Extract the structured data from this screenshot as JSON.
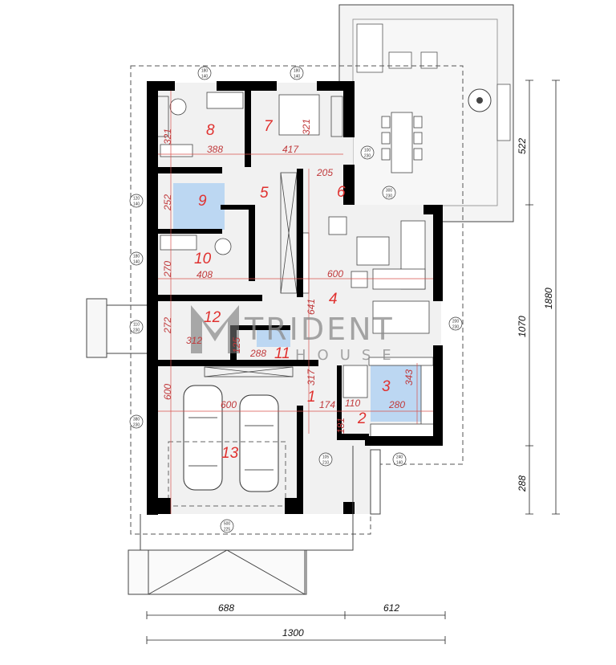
{
  "watermark": {
    "brand": "TRIDENT",
    "sub": "HOUSE"
  },
  "colors": {
    "wall": "#000000",
    "floor": "#f1f1f1",
    "wet_room": "#bcd7f2",
    "dimension_red": "#c0393b",
    "room_number": "#e0312f"
  },
  "rooms": {
    "r1": "1",
    "r2": "2",
    "r3": "3",
    "r4": "4",
    "r5": "5",
    "r6": "6",
    "r7": "7",
    "r8": "8",
    "r9": "9",
    "r10": "10",
    "r11": "11",
    "r12": "12",
    "r13": "13"
  },
  "inner_dims": {
    "d388": "388",
    "d417": "417",
    "d321a": "321",
    "d321b": "321",
    "d205": "205",
    "d252": "252",
    "d270": "270",
    "d408": "408",
    "d600a": "600",
    "d641": "641",
    "d272": "272",
    "d312": "312",
    "d125": "125",
    "d288": "288",
    "d600b": "600",
    "d600c": "600",
    "d317": "317",
    "d174": "174",
    "d110": "110",
    "d280": "280",
    "d343": "343",
    "d181": "181"
  },
  "outer_dims": {
    "right_522": "522",
    "right_1070": "1070",
    "right_288": "288",
    "right_1880": "1880",
    "bottom_688": "688",
    "bottom_612": "612",
    "bottom_1300": "1300"
  },
  "window_tags": {
    "w1": [
      "180",
      "140"
    ],
    "w2": [
      "180",
      "140"
    ],
    "w3": [
      "100",
      "230"
    ],
    "w4": [
      "300",
      "230"
    ],
    "w5": [
      "120",
      "140"
    ],
    "w6": [
      "180",
      "140"
    ],
    "w7": [
      "110",
      "230"
    ],
    "w8": [
      "200",
      "230"
    ],
    "w9": [
      "380",
      "230"
    ],
    "w10": [
      "105",
      "210"
    ],
    "w11": [
      "240",
      "140"
    ],
    "w12": [
      "500",
      "225"
    ]
  }
}
